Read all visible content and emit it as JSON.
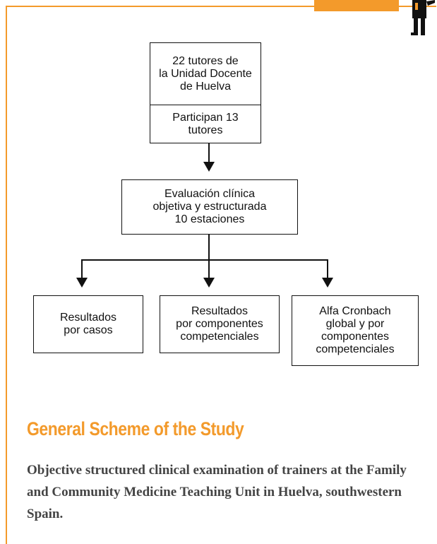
{
  "colors": {
    "accent": "#f39a2b",
    "text": "#444444",
    "box_border": "#111111"
  },
  "flowchart": {
    "top_box": "22 tutores de\nla Unidad Docente\nde Huelva",
    "top_box_sub": "Participan 13\ntutores",
    "middle_box": "Evaluación clínica\nobjetiva y estructurada\n10 estaciones",
    "bottom_boxes": [
      "Resultados\npor casos",
      "Resultados\npor componentes\ncompetenciales",
      "Alfa Cronbach\nglobal y por\ncomponentes\ncompetenciales"
    ]
  },
  "heading": "General Scheme of the Study",
  "caption": "Objective structured clinical examination of trainers at the Family and Community Medicine Teaching Unit in Huelva, southwestern Spain.",
  "icons": [
    "person-figure-icon"
  ]
}
